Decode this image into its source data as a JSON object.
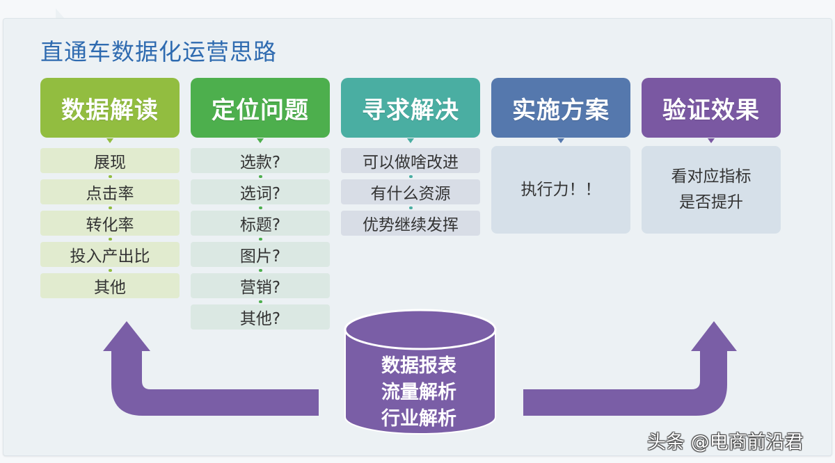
{
  "title": "直通车数据化运营思路",
  "colors": {
    "step1": "#92bd40",
    "step2": "#4daf4d",
    "step3": "#4aaea2",
    "step4": "#5578ad",
    "step5": "#7a58a2",
    "arrow": "#7a5ea6",
    "title": "#2f6bb0"
  },
  "steps": [
    {
      "label": "数据解读",
      "items": [
        "展现",
        "点击率",
        "转化率",
        "投入产出比",
        "其他"
      ]
    },
    {
      "label": "定位问题",
      "items": [
        "选款?",
        "选词?",
        "标题?",
        "图片?",
        "营销?",
        "其他?"
      ]
    },
    {
      "label": "寻求解决",
      "items": [
        "可以做啥改进",
        "有什么资源",
        "优势继续发挥"
      ]
    },
    {
      "label": "实施方案",
      "box": "执行力！！"
    },
    {
      "label": "验证效果",
      "box_line1": "看对应指标",
      "box_line2": "是否提升"
    }
  ],
  "database": {
    "line1": "数据报表",
    "line2": "流量解析",
    "line3": "行业解析"
  },
  "watermark": "头条 @电商前沿君"
}
